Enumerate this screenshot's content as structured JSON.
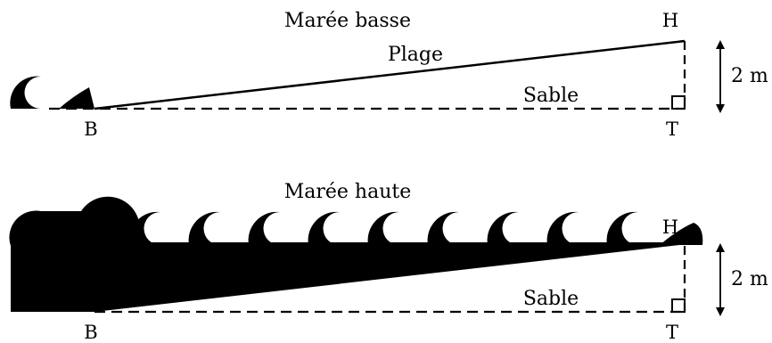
{
  "colors": {
    "ink": "#000000",
    "background": "#ffffff"
  },
  "top_panel": {
    "title": "Marée basse",
    "slope_label": "Plage",
    "ground_label": "Sable",
    "point_top": "H",
    "point_left": "B",
    "point_bottom": "T",
    "height_label": "2 m"
  },
  "bottom_panel": {
    "title": "Marée haute",
    "ground_label": "Sable",
    "point_top": "H",
    "point_left": "B",
    "point_bottom": "T",
    "height_label": "2 m"
  }
}
